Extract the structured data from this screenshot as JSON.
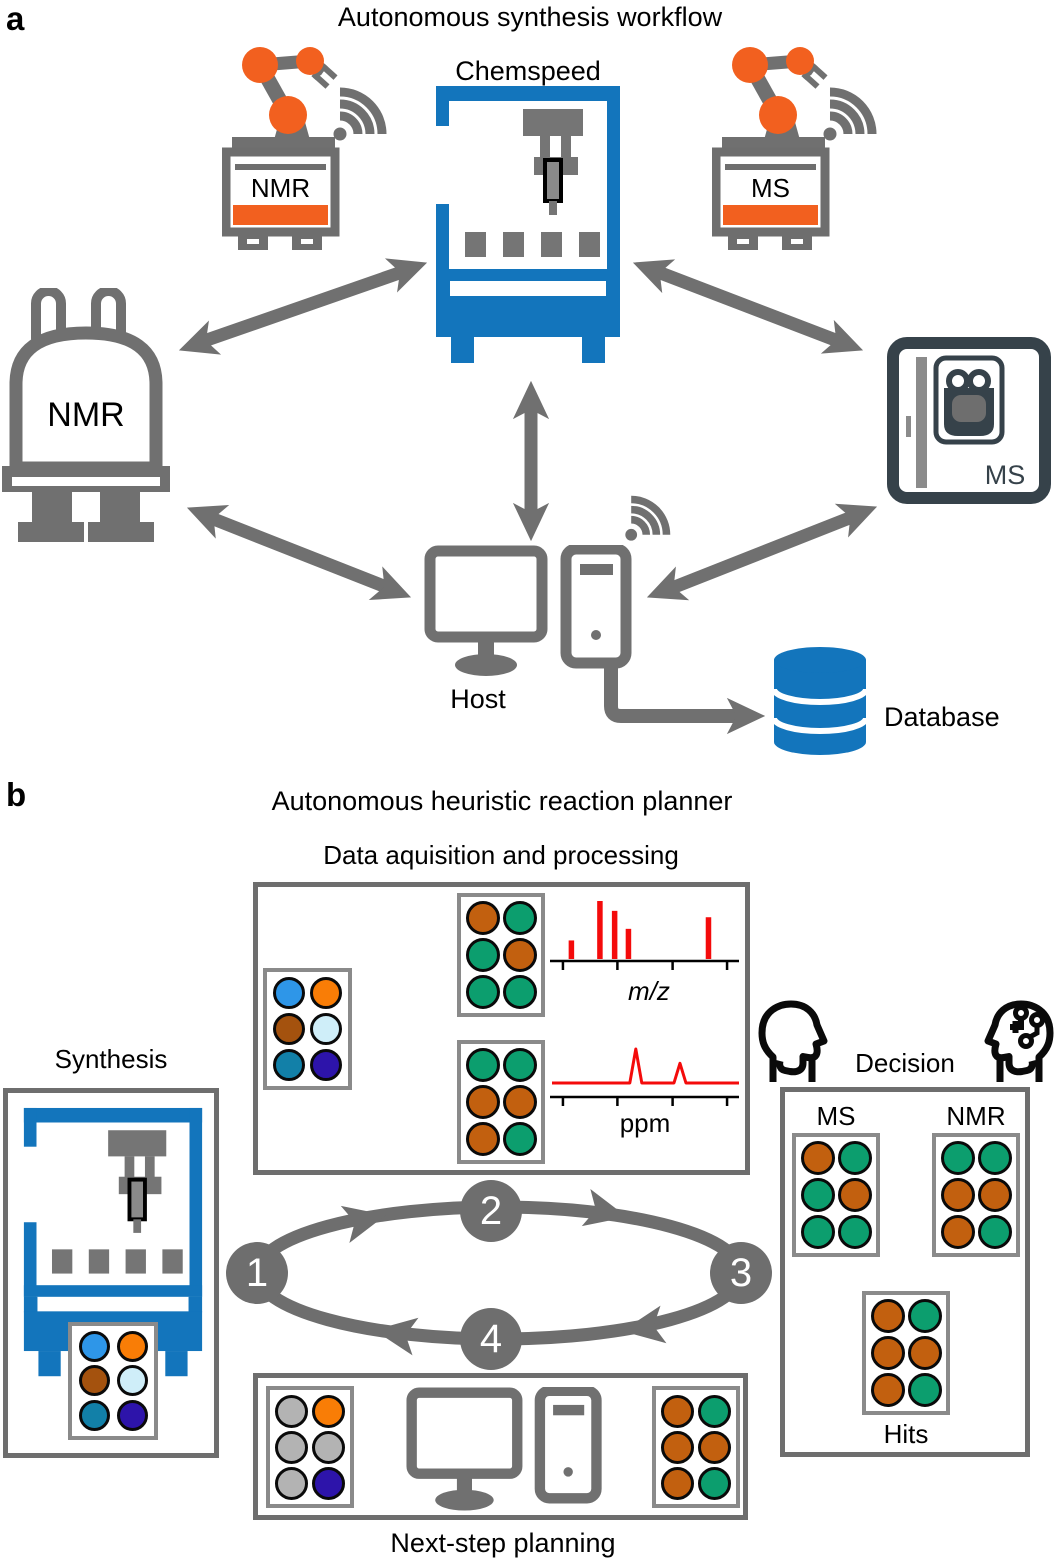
{
  "palette": {
    "blue": "#2e96e8",
    "orange": "#f97d06",
    "brown": "#a4520e",
    "paleblue": "#cfeef9",
    "teal": "#1280a8",
    "indigo": "#2d14aa",
    "rust": "#c2600f",
    "green": "#0c9e6e",
    "gray": "#b3b3b3"
  },
  "colors": {
    "machine_blue": "#1375bc",
    "icon_gray": "#707070",
    "box_gray": "#6e6e6e",
    "dark_slate": "#36424a",
    "robot_orange": "#f2601f",
    "spectrum_red": "#f40b0b"
  },
  "panel_a": {
    "label": "a",
    "title": "Autonomous synthesis workflow",
    "chemspeed_label": "Chemspeed",
    "nmr_robot_label": "NMR",
    "ms_robot_label": "MS",
    "nmr_label": "NMR",
    "ms_label": "MS",
    "host_label": "Host",
    "database_label": "Database"
  },
  "panel_b": {
    "label": "b",
    "title": "Autonomous heuristic reaction planner",
    "data_box_title": "Data aquisition and processing",
    "synthesis_label": "Synthesis",
    "decision_label": "Decision",
    "ms_label": "MS",
    "nmr_label": "NMR",
    "hits_label": "Hits",
    "next_step_label": "Next-step planning",
    "cycle": [
      "1",
      "2",
      "3",
      "4"
    ]
  },
  "plates": {
    "start": [
      "blue",
      "orange",
      "brown",
      "paleblue",
      "teal",
      "indigo"
    ],
    "ms_data": [
      "rust",
      "green",
      "green",
      "rust",
      "green",
      "green"
    ],
    "nmr_data": [
      "green",
      "green",
      "rust",
      "rust",
      "rust",
      "green"
    ],
    "ms_decision": [
      "rust",
      "green",
      "green",
      "rust",
      "green",
      "green"
    ],
    "nmr_decision": [
      "green",
      "green",
      "rust",
      "rust",
      "rust",
      "green"
    ],
    "hits": [
      "rust",
      "green",
      "rust",
      "rust",
      "rust",
      "green"
    ],
    "synthesis": [
      "blue",
      "orange",
      "brown",
      "paleblue",
      "teal",
      "indigo"
    ],
    "next_step": [
      "gray",
      "orange",
      "gray",
      "gray",
      "gray",
      "indigo"
    ],
    "planned": [
      "rust",
      "green",
      "rust",
      "rust",
      "rust",
      "green"
    ]
  },
  "spectra": {
    "ms": {
      "type": "bar",
      "xlabel": "m/z",
      "bars": [
        {
          "x": 0.1,
          "h": 0.32
        },
        {
          "x": 0.255,
          "h": 1.0
        },
        {
          "x": 0.335,
          "h": 0.83
        },
        {
          "x": 0.41,
          "h": 0.52
        },
        {
          "x": 0.845,
          "h": 0.72
        }
      ],
      "ticks": [
        0.054,
        0.35,
        0.65,
        0.946
      ]
    },
    "nmr": {
      "type": "line",
      "xlabel": "ppm",
      "peaks": [
        {
          "x": 0.45,
          "h": 1.0
        },
        {
          "x": 0.69,
          "h": 0.58
        }
      ],
      "ticks": [
        0.054,
        0.35,
        0.65,
        0.946
      ]
    }
  }
}
